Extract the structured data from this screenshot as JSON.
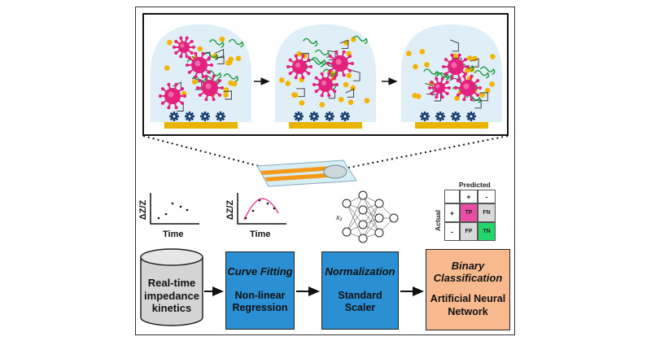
{
  "pipeline": {
    "step1": {
      "lines": [
        "Real-time",
        "impedance",
        "kinetics"
      ]
    },
    "step2": {
      "title": "Curve Fitting",
      "body_lines": [
        "Non-linear",
        "Regression"
      ]
    },
    "step3": {
      "title": "Normalization",
      "body_lines": [
        "Standard Scaler"
      ]
    },
    "step4": {
      "title_lines": [
        "Binary",
        "Classification"
      ],
      "body_lines": [
        "Artificial Neural",
        "Network"
      ]
    }
  },
  "plots": {
    "ylabel": "ΔZ/Z",
    "xlabel": "Time"
  },
  "network": {
    "input_label": "x₁"
  },
  "confusion_matrix": {
    "title": "Predicted",
    "side_label": "Actual",
    "col_headers": [
      "+",
      "-"
    ],
    "row_headers": [
      "+",
      "-"
    ],
    "cells": [
      [
        "TP",
        "FN"
      ],
      [
        "FP",
        "TN"
      ]
    ]
  },
  "colors": {
    "blue_box": "#2b8fd4",
    "orange_box": "#f8b98f",
    "virus": "#e3217f",
    "gold": "#f5b400",
    "electrode": "#e8b400",
    "receptor": "#163d6e",
    "tp": "#e94da4",
    "tn": "#22d66b"
  }
}
